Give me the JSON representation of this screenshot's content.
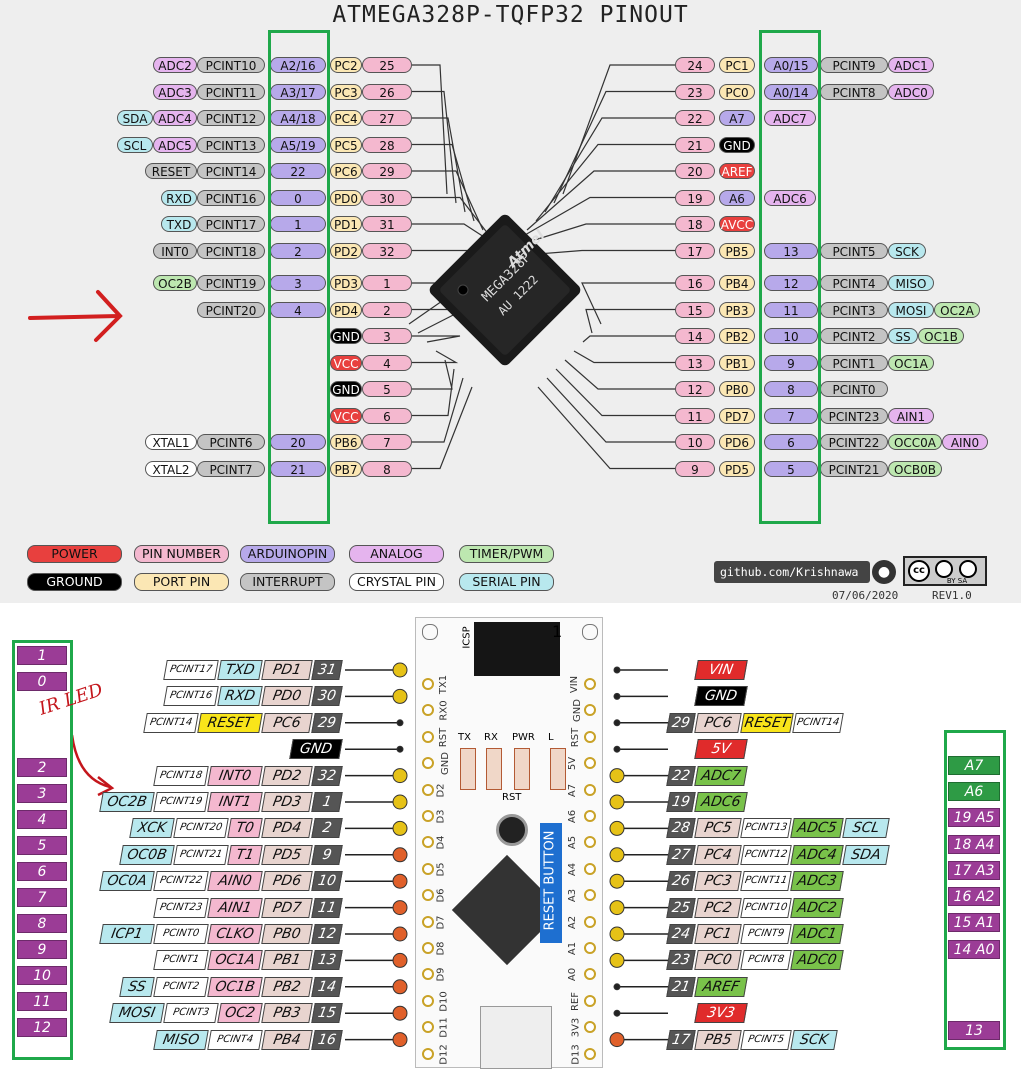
{
  "title": "ATMEGA328P-TQFP32 PINOUT",
  "chip": {
    "brand": "Atmel",
    "line1": "MEGA328P",
    "line2": "AU 1222"
  },
  "colors": {
    "power": "#e8403e",
    "pin_number": "#f4b8cf",
    "arduino": "#b7a9ea",
    "analog": "#e5b4ee",
    "timer": "#bde7b0",
    "ground": "#000000",
    "port": "#fbe7b4",
    "interrupt": "#c4c4c4",
    "crystal": "#ffffff",
    "serial": "#b8e8ee",
    "green_box": "#1fa84a"
  },
  "left_pins": [
    {
      "labels": [
        "ADC2",
        "PCINT10"
      ],
      "ard": "A2/16",
      "port": "PC2",
      "num": "25"
    },
    {
      "labels": [
        "ADC3",
        "PCINT11"
      ],
      "ard": "A3/17",
      "port": "PC3",
      "num": "26"
    },
    {
      "labels": [
        "SDA",
        "ADC4",
        "PCINT12"
      ],
      "ard": "A4/18",
      "port": "PC4",
      "num": "27"
    },
    {
      "labels": [
        "SCL",
        "ADC5",
        "PCINT13"
      ],
      "ard": "A5/19",
      "port": "PC5",
      "num": "28"
    },
    {
      "labels": [
        "RESET",
        "PCINT14"
      ],
      "ard": "22",
      "port": "PC6",
      "num": "29"
    },
    {
      "labels": [
        "RXD",
        "PCINT16"
      ],
      "ard": "0",
      "port": "PD0",
      "num": "30"
    },
    {
      "labels": [
        "TXD",
        "PCINT17"
      ],
      "ard": "1",
      "port": "PD1",
      "num": "31"
    },
    {
      "labels": [
        "INT0",
        "PCINT18"
      ],
      "ard": "2",
      "port": "PD2",
      "num": "32"
    },
    {
      "labels": [
        "OC2B",
        "PCINT19"
      ],
      "ard": "3",
      "port": "PD3",
      "num": "1"
    },
    {
      "labels": [
        "PCINT20"
      ],
      "ard": "4",
      "port": "PD4",
      "num": "2"
    },
    {
      "labels": [],
      "ard": "",
      "port": "GND",
      "num": "3"
    },
    {
      "labels": [],
      "ard": "",
      "port": "VCC",
      "num": "4"
    },
    {
      "labels": [],
      "ard": "",
      "port": "GND",
      "num": "5"
    },
    {
      "labels": [],
      "ard": "",
      "port": "VCC",
      "num": "6"
    },
    {
      "labels": [
        "XTAL1",
        "PCINT6"
      ],
      "ard": "20",
      "port": "PB6",
      "num": "7"
    },
    {
      "labels": [
        "XTAL2",
        "PCINT7"
      ],
      "ard": "21",
      "port": "PB7",
      "num": "8"
    }
  ],
  "right_pins": [
    {
      "num": "24",
      "port": "PC1",
      "ard": "A0/15",
      "labels": [
        "PCINT9",
        "ADC1"
      ]
    },
    {
      "num": "23",
      "port": "PC0",
      "ard": "A0/14",
      "labels": [
        "PCINT8",
        "ADC0"
      ]
    },
    {
      "num": "22",
      "port": "A7",
      "ard": "ADC7",
      "labels": []
    },
    {
      "num": "21",
      "port": "GND",
      "ard": "",
      "labels": []
    },
    {
      "num": "20",
      "port": "AREF",
      "ard": "",
      "labels": []
    },
    {
      "num": "19",
      "port": "A6",
      "ard": "ADC6",
      "labels": []
    },
    {
      "num": "18",
      "port": "AVCC",
      "ard": "",
      "labels": []
    },
    {
      "num": "17",
      "port": "PB5",
      "ard": "13",
      "labels": [
        "PCINT5",
        "SCK"
      ]
    },
    {
      "num": "16",
      "port": "PB4",
      "ard": "12",
      "labels": [
        "PCINT4",
        "MISO"
      ]
    },
    {
      "num": "15",
      "port": "PB3",
      "ard": "11",
      "labels": [
        "PCINT3",
        "MOSI",
        "OC2A"
      ]
    },
    {
      "num": "14",
      "port": "PB2",
      "ard": "10",
      "labels": [
        "PCINT2",
        "SS",
        "OC1B"
      ]
    },
    {
      "num": "13",
      "port": "PB1",
      "ard": "9",
      "labels": [
        "PCINT1",
        "OC1A"
      ]
    },
    {
      "num": "12",
      "port": "PB0",
      "ard": "8",
      "labels": [
        "PCINT0"
      ]
    },
    {
      "num": "11",
      "port": "PD7",
      "ard": "7",
      "labels": [
        "PCINT23",
        "AIN1"
      ]
    },
    {
      "num": "10",
      "port": "PD6",
      "ard": "6",
      "labels": [
        "PCINT22",
        "OCC0A",
        "AIN0"
      ]
    },
    {
      "num": "9",
      "port": "PD5",
      "ard": "5",
      "labels": [
        "PCINT21",
        "OCB0B"
      ]
    }
  ],
  "legend": [
    [
      "POWER",
      "PIN NUMBER",
      "ARDUINOPIN",
      "ANALOG",
      "TIMER/PWM"
    ],
    [
      "GROUND",
      "PORT PIN",
      "INTERRUPT",
      "CRYSTAL PIN",
      "SERIAL PIN"
    ]
  ],
  "credit": {
    "github": "github.com/Krishnawa",
    "license": "BY SA",
    "date": "07/06/2020",
    "rev": "REV1.0"
  },
  "nano": {
    "icsp": "ICSP",
    "icsp_one": "1",
    "leds": [
      "TX",
      "RX",
      "PWR",
      "L"
    ],
    "rst": "RST",
    "reset_button": "RESET BUTTON",
    "board_left": [
      "TX1",
      "RX0",
      "RST",
      "GND",
      "D2",
      "D3",
      "D4",
      "D5",
      "D6",
      "D7",
      "D8",
      "D9",
      "D10",
      "D11",
      "D12"
    ],
    "board_right": [
      "VIN",
      "GND",
      "RST",
      "5V",
      "A7",
      "A6",
      "A5",
      "A4",
      "A3",
      "A2",
      "A1",
      "A0",
      "REF",
      "3V3",
      "D13"
    ],
    "left_rows": [
      {
        "cells": [
          "PCINT17",
          "TXD",
          "PD1",
          "31"
        ]
      },
      {
        "cells": [
          "PCINT16",
          "RXD",
          "PD0",
          "30"
        ]
      },
      {
        "cells": [
          "PCINT14",
          "RESET",
          "PC6",
          "29"
        ]
      },
      {
        "cells": [
          "GND"
        ]
      },
      {
        "cells": [
          "PCINT18",
          "INT0",
          "PD2",
          "32"
        ]
      },
      {
        "cells": [
          "OC2B",
          "PCINT19",
          "INT1",
          "PD3",
          "1"
        ]
      },
      {
        "cells": [
          "XCK",
          "PCINT20",
          "T0",
          "PD4",
          "2"
        ]
      },
      {
        "cells": [
          "OC0B",
          "PCINT21",
          "T1",
          "PD5",
          "9"
        ]
      },
      {
        "cells": [
          "OC0A",
          "PCINT22",
          "AIN0",
          "PD6",
          "10"
        ]
      },
      {
        "cells": [
          "PCINT23",
          "AIN1",
          "PD7",
          "11"
        ]
      },
      {
        "cells": [
          "ICP1",
          "PCINT0",
          "CLKO",
          "PB0",
          "12"
        ]
      },
      {
        "cells": [
          "PCINT1",
          "OC1A",
          "PB1",
          "13"
        ]
      },
      {
        "cells": [
          "SS",
          "PCINT2",
          "OC1B",
          "PB2",
          "14"
        ]
      },
      {
        "cells": [
          "MOSI",
          "PCINT3",
          "OC2",
          "PB3",
          "15"
        ]
      },
      {
        "cells": [
          "MISO",
          "PCINT4",
          "PB4",
          "16"
        ]
      }
    ],
    "right_rows": [
      {
        "cells": [
          "VIN"
        ]
      },
      {
        "cells": [
          "GND"
        ]
      },
      {
        "cells": [
          "29",
          "PC6",
          "RESET",
          "PCINT14"
        ]
      },
      {
        "cells": [
          "5V"
        ]
      },
      {
        "cells": [
          "22",
          "ADC7"
        ]
      },
      {
        "cells": [
          "19",
          "ADC6"
        ]
      },
      {
        "cells": [
          "28",
          "PC5",
          "PCINT13",
          "ADC5",
          "SCL"
        ]
      },
      {
        "cells": [
          "27",
          "PC4",
          "PCINT12",
          "ADC4",
          "SDA"
        ]
      },
      {
        "cells": [
          "26",
          "PC3",
          "PCINT11",
          "ADC3"
        ]
      },
      {
        "cells": [
          "25",
          "PC2",
          "PCINT10",
          "ADC2"
        ]
      },
      {
        "cells": [
          "24",
          "PC1",
          "PCINT9",
          "ADC1"
        ]
      },
      {
        "cells": [
          "23",
          "PC0",
          "PCINT8",
          "ADC0"
        ]
      },
      {
        "cells": [
          "21",
          "AREF"
        ]
      },
      {
        "cells": [
          "3V3"
        ]
      },
      {
        "cells": [
          "17",
          "PB5",
          "PCINT5",
          "SCK"
        ]
      }
    ],
    "digital_column": [
      "1",
      "0",
      "",
      "2",
      "3",
      "4",
      "5",
      "6",
      "7",
      "8",
      "9",
      "10",
      "11",
      "12"
    ],
    "analog_column": [
      "A7",
      "A6",
      "19 A5",
      "18 A4",
      "17 A3",
      "16 A2",
      "15 A1",
      "14 A0",
      "",
      "13"
    ]
  },
  "annotation": {
    "ir_led": "IR LED"
  }
}
